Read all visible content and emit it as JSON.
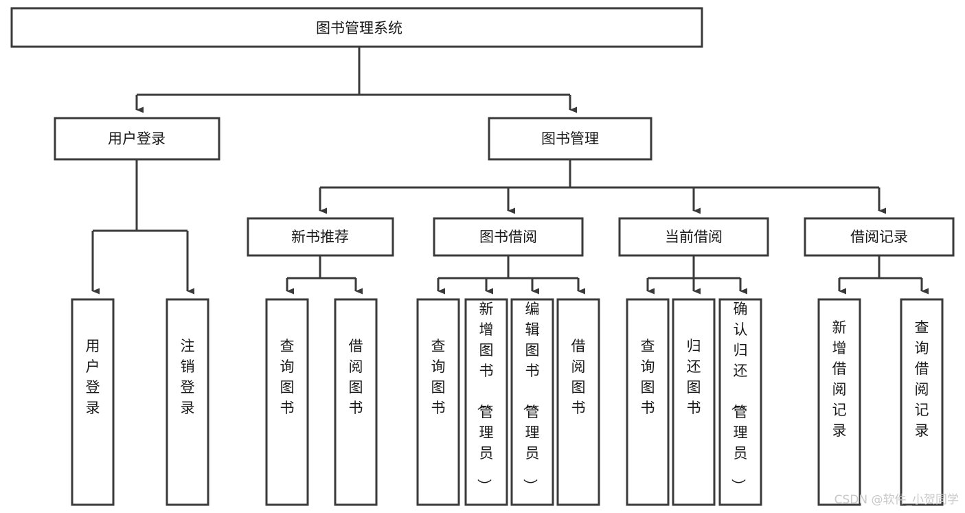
{
  "diagram": {
    "title": "图书管理系统",
    "type": "tree-hierarchy-chart",
    "root": {
      "id": "root",
      "label": "图书管理系统",
      "orientation": "horizontal"
    },
    "level2": [
      {
        "id": "user-login",
        "label": "用户登录",
        "orientation": "horizontal"
      },
      {
        "id": "book-manage",
        "label": "图书管理",
        "orientation": "horizontal"
      }
    ],
    "level3": [
      {
        "id": "new-book-recommend",
        "label": "新书推荐",
        "parent": "book-manage",
        "orientation": "horizontal"
      },
      {
        "id": "book-borrow",
        "label": "图书借阅",
        "parent": "book-manage",
        "orientation": "horizontal"
      },
      {
        "id": "current-borrow",
        "label": "当前借阅",
        "parent": "book-manage",
        "orientation": "horizontal"
      },
      {
        "id": "borrow-record",
        "label": "借阅记录",
        "parent": "book-manage",
        "orientation": "horizontal"
      }
    ],
    "leaves": [
      {
        "id": "leaf-user-login",
        "label": "用户登录",
        "parent": "user-login",
        "orientation": "vertical"
      },
      {
        "id": "leaf-logout-login",
        "label": "注销登录",
        "parent": "user-login",
        "orientation": "vertical"
      },
      {
        "id": "leaf-query-book-1",
        "label": "查询图书",
        "parent": "new-book-recommend",
        "orientation": "vertical"
      },
      {
        "id": "leaf-borrow-book-1",
        "label": "借阅图书",
        "parent": "new-book-recommend",
        "orientation": "vertical"
      },
      {
        "id": "leaf-query-book-2",
        "label": "查询图书",
        "parent": "book-borrow",
        "orientation": "vertical"
      },
      {
        "id": "leaf-add-book",
        "label": "新增图书（管理员）",
        "parent": "book-borrow",
        "orientation": "vertical"
      },
      {
        "id": "leaf-edit-book",
        "label": "编辑图书（管理员）",
        "parent": "book-borrow",
        "orientation": "vertical"
      },
      {
        "id": "leaf-borrow-book-2",
        "label": "借阅图书",
        "parent": "book-borrow",
        "orientation": "vertical"
      },
      {
        "id": "leaf-query-book-3",
        "label": "查询图书",
        "parent": "current-borrow",
        "orientation": "vertical"
      },
      {
        "id": "leaf-return-book",
        "label": "归还图书",
        "parent": "current-borrow",
        "orientation": "vertical"
      },
      {
        "id": "leaf-confirm-return",
        "label": "确认归还（管理员）",
        "parent": "current-borrow",
        "orientation": "vertical"
      },
      {
        "id": "leaf-add-record",
        "label": "新增借阅记录",
        "parent": "borrow-record",
        "orientation": "vertical"
      },
      {
        "id": "leaf-query-record",
        "label": "查询借阅记录",
        "parent": "borrow-record",
        "orientation": "vertical"
      }
    ],
    "colors": {
      "stroke": "#3a3a3a",
      "fill": "#ffffff",
      "text": "#1a1a1a",
      "watermark": "#c8c8c8",
      "background": "#ffffff"
    }
  },
  "watermark": {
    "label": "CSDN @软件_小贺同学"
  }
}
